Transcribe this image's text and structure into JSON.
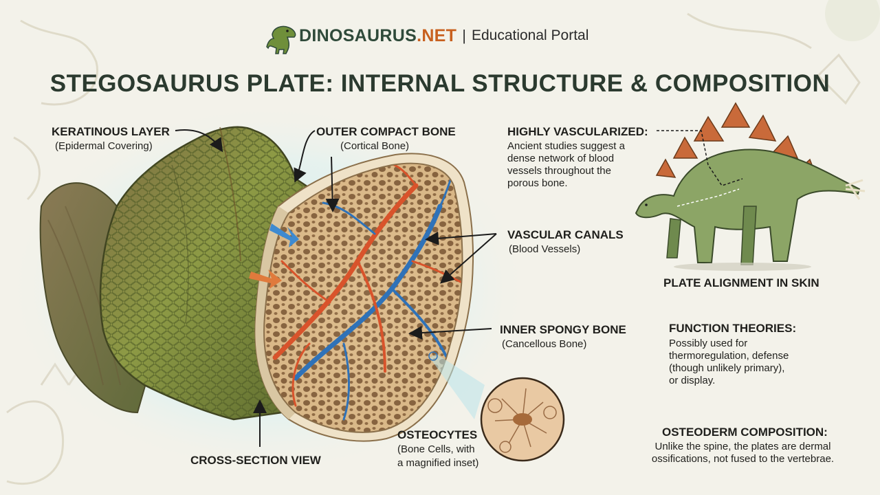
{
  "header": {
    "brand_a": "DINOSAURUS",
    "brand_b": ".NET",
    "separator": "|",
    "portal": "Educational Portal"
  },
  "title": "STEGOSAURUS PLATE: INTERNAL STRUCTURE & COMPOSITION",
  "labels": {
    "keratinous": {
      "title": "KERATINOUS LAYER",
      "sub": "(Epidermal Covering)"
    },
    "outer": {
      "title": "OUTER COMPACT BONE",
      "sub": "(Cortical Bone)"
    },
    "vascular_canals": {
      "title": "VASCULAR CANALS",
      "sub": "(Blood Vessels)"
    },
    "inner": {
      "title": "INNER SPONGY BONE",
      "sub": "(Cancellous Bone)"
    },
    "osteocytes": {
      "title": "OSTEOCYTES",
      "sub1": "(Bone Cells, with",
      "sub2": "a magnified inset)"
    },
    "cross_section": "CROSS-SECTION VIEW"
  },
  "vascularized": {
    "title": "HIGHLY VASCULARIZED:",
    "lines": [
      "Ancient studies suggest a",
      "dense network of blood",
      "vessels throughout the",
      "porous bone."
    ]
  },
  "plate_alignment": "PLATE ALIGNMENT IN SKIN",
  "function": {
    "title": "FUNCTION THEORIES:",
    "lines": [
      "Possibly used for",
      "thermoregulation, defense",
      "(though unlikely primary),",
      "or display."
    ]
  },
  "osteoderm": {
    "title": "OSTEODERM COMPOSITION:",
    "lines": [
      "Unlike the spine, the plates are dermal",
      "ossifications, not fused to the vertebrae."
    ]
  },
  "colors": {
    "brand_dark": "#2f4a3a",
    "brand_accent": "#c8601f",
    "artery": "#d9532b",
    "vein": "#2f72b8",
    "glow": "#7fd3e6"
  },
  "icons": [
    "dinosaur-logo-icon",
    "stegosaurus-icon",
    "magnifier-inset-icon"
  ]
}
